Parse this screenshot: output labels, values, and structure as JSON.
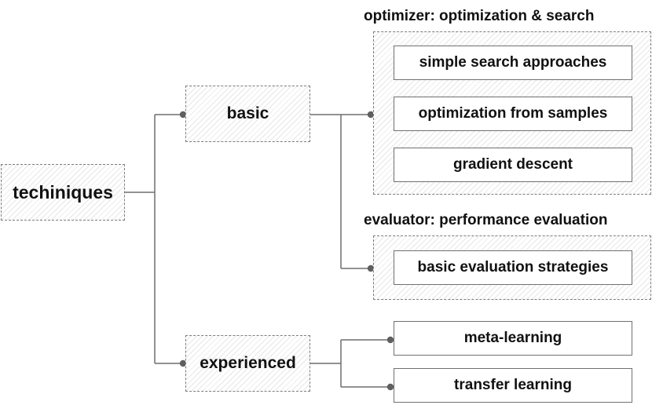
{
  "root": {
    "label": "techiniques"
  },
  "branches": {
    "basic": {
      "label": "basic"
    },
    "experienced": {
      "label": "experienced"
    }
  },
  "groups": {
    "optimizer": {
      "heading": "optimizer: optimization & search",
      "items": [
        "simple search approaches",
        "optimization from samples",
        "gradient descent"
      ]
    },
    "evaluator": {
      "heading": "evaluator: performance evaluation",
      "items": [
        "basic evaluation strategies"
      ]
    }
  },
  "experienced_items": [
    "meta-learning",
    "transfer learning"
  ],
  "colors": {
    "line": "#6e6e6e",
    "dot": "#5f5f5f",
    "border": "#7d7d7d",
    "text": "#111111"
  }
}
